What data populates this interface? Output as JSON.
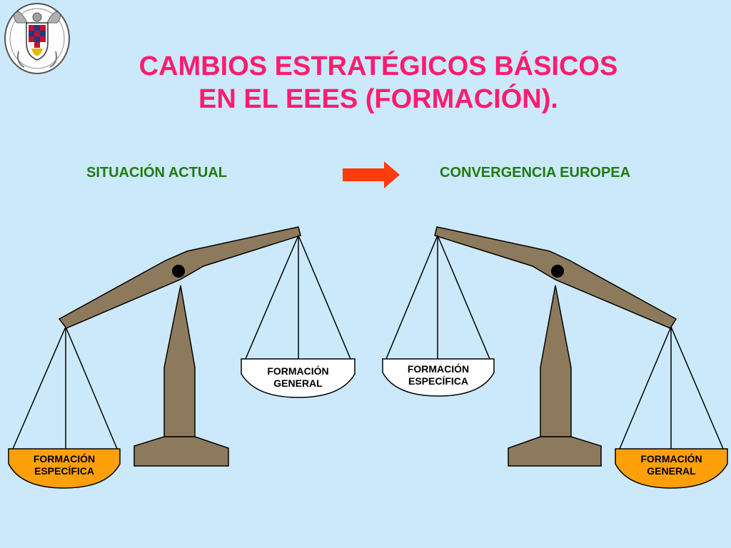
{
  "slide": {
    "title_line1": "CAMBIOS ESTRATÉGICOS BÁSICOS",
    "title_line2": "EN EL EEES (FORMACIÓN).",
    "left_heading": "SITUACIÓN ACTUAL",
    "right_heading": "CONVERGENCIA EUROPEA",
    "arrow_icon": "right-arrow-icon",
    "logo_icon": "university-crest-icon"
  },
  "colors": {
    "title": "#ff1c6e",
    "heading": "#1f7a10",
    "background": "#cce9fb",
    "scale_wood": "#8d7a5c",
    "arrow": "#ff3b10",
    "heavy_pan": "#ffa00a",
    "light_pan": "#ffffff"
  },
  "left_scale": {
    "low_pan": {
      "line1": "FORMACIÓN",
      "line2": "ESPECÍFICA"
    },
    "high_pan": {
      "line1": "FORMACIÓN",
      "line2": "GENERAL"
    }
  },
  "right_scale": {
    "high_pan": {
      "line1": "FORMACIÓN",
      "line2": "ESPECÍFICA"
    },
    "low_pan": {
      "line1": "FORMACIÓN",
      "line2": "GENERAL"
    }
  }
}
